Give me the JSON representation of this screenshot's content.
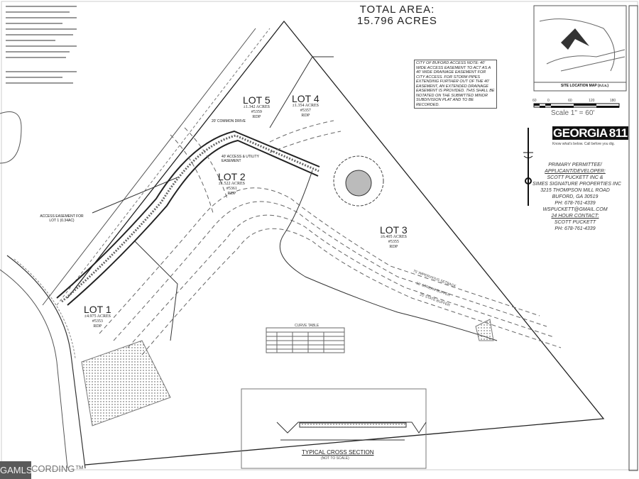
{
  "title": {
    "line1": "TOTAL AREA:",
    "line2": "15.796 ACRES"
  },
  "lots": [
    {
      "name": "LOT 1",
      "acres": "±4.975 ACRES",
      "id": "#5353",
      "note": "RDP"
    },
    {
      "name": "LOT 2",
      "acres": "±1.522 ACRES",
      "id": "#5361",
      "note": "RDP"
    },
    {
      "name": "LOT 3",
      "acres": "±6.405 ACRES",
      "id": "#5355",
      "note": "RDP"
    },
    {
      "name": "LOT 4",
      "acres": "±1.354 ACRES",
      "id": "#5357",
      "note": "RDP"
    },
    {
      "name": "LOT 5",
      "acres": "±1.342 ACRES",
      "id": "#5359",
      "note": "RDP"
    }
  ],
  "labels": {
    "common_drive": "20' COMMON DRIVE",
    "access_easement": "40' ACCESS & UTILITY EASEMENT",
    "access_easement_lot1": "ACCESS EASEMENT FOR LOT 1 (0.34AC)",
    "impervious_setback": "75' IMPERVIOUS SETBACK",
    "stream_buffer": "50' STREAM BUFFER",
    "state_buffer": "25' STATE BUFFER",
    "curve_table": "CURVE TABLE",
    "cross_section": "TYPICAL CROSS SECTION",
    "cross_section_sub": "(NOT TO SCALE)"
  },
  "access_note": "CITY OF BUFORD ACCESS NOTE: 40' WIDE ACCESS EASEMENT TO ACT AS A 40' WIDE DRAINAGE EASEMENT FOR CITY ACCESS. FOR STORM PIPES EXTENDING FURTHER OUT OF THE 40' EASEMENT, AN EXTENDED DRAINAGE EASEMENT IS PROVIDED. THIS SHALL BE NOTATED ON THE SUBMITTED MINOR SUBDIVISION PLAT AND TO BE RECORDED.",
  "location_map": {
    "label": "SITE LOCATION MAP (n.t.s.)"
  },
  "scale": {
    "ticks": [
      "60",
      "0",
      "60",
      "120",
      "180"
    ],
    "label": "Scale 1\" = 60'"
  },
  "georgia811": {
    "brand": "GEORGIA",
    "number": "811",
    "tagline": "Know what's below. Call before you dig."
  },
  "permittee": {
    "heading1": "PRIMARY PERMITTEE/",
    "heading2": "APPLICANT/DEVELOPER:",
    "lines": [
      "SCOTT PUCKETT INC &",
      "SIMES SIGNATURE PROPERTIES INC",
      "3215 THOMPSON MILL ROAD",
      "BUFORD, GA 30519",
      "PH: 678-761-4339",
      "WSPUCKETT@GMAIL.COM"
    ],
    "contact_heading": "24 HOUR CONTACT:",
    "contact_name": "SCOTT PUCKETT",
    "contact_phone": "PH: 678-761-4339"
  },
  "watermark": {
    "logo": "GAMLS",
    "text": "CORDING™"
  }
}
